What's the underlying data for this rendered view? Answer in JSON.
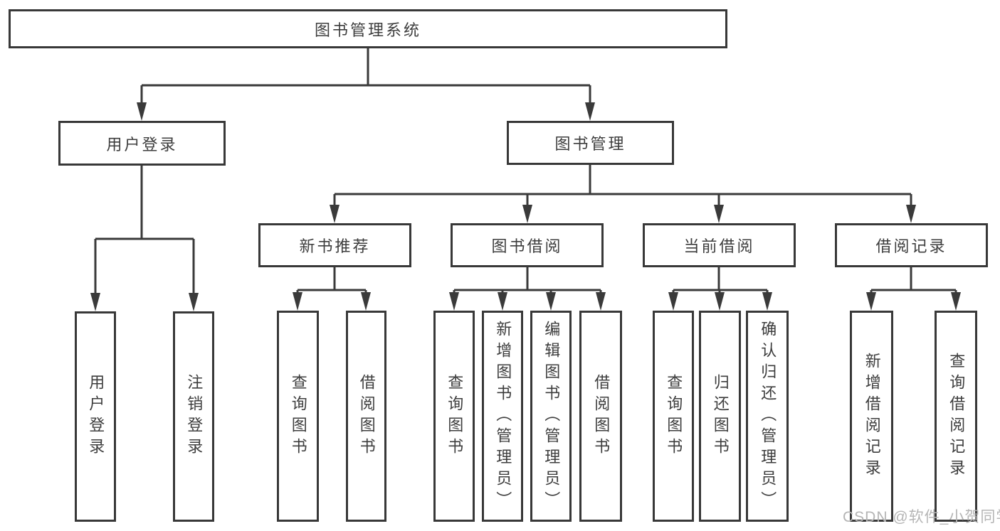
{
  "watermark": "CSDN @软件_小贺同学",
  "colors": {
    "line": "#3a3a3a",
    "box_border": "#383838",
    "text": "#3d3d3d",
    "watermark": "#b5b5b5",
    "background": "#ffffff"
  },
  "nodes": {
    "root": {
      "label": "图书管理系统"
    },
    "user_login": {
      "label": "用户登录"
    },
    "book_mgmt": {
      "label": "图书管理"
    },
    "new_book_rec": {
      "label": "新书推荐"
    },
    "book_borrow": {
      "label": "图书借阅"
    },
    "current_borrow": {
      "label": "当前借阅"
    },
    "borrow_records": {
      "label": "借阅记录"
    },
    "user_login_leaf": {
      "label": "用户登录"
    },
    "logout_leaf": {
      "label": "注销登录"
    },
    "nbr_query_books": {
      "label": "查询图书"
    },
    "nbr_borrow_books": {
      "label": "借阅图书"
    },
    "bb_query_books": {
      "label": "查询图书"
    },
    "bb_add_books": {
      "label": "新增图书（管理员）"
    },
    "bb_edit_books": {
      "label": "编辑图书（管理员）"
    },
    "bb_borrow_books": {
      "label": "借阅图书"
    },
    "cb_query_books": {
      "label": "查询图书"
    },
    "cb_return_books": {
      "label": "归还图书"
    },
    "cb_confirm_return": {
      "label": "确认归还（管理员）"
    },
    "br_add_record": {
      "label": "新增借阅记录"
    },
    "br_query_record": {
      "label": "查询借阅记录"
    }
  },
  "hierarchy": {
    "root": [
      "user_login",
      "book_mgmt"
    ],
    "user_login": [
      "user_login_leaf",
      "logout_leaf"
    ],
    "book_mgmt": [
      "new_book_rec",
      "book_borrow",
      "current_borrow",
      "borrow_records"
    ],
    "new_book_rec": [
      "nbr_query_books",
      "nbr_borrow_books"
    ],
    "book_borrow": [
      "bb_query_books",
      "bb_add_books",
      "bb_edit_books",
      "bb_borrow_books"
    ],
    "current_borrow": [
      "cb_query_books",
      "cb_return_books",
      "cb_confirm_return"
    ],
    "borrow_records": [
      "br_add_record",
      "br_query_record"
    ]
  }
}
